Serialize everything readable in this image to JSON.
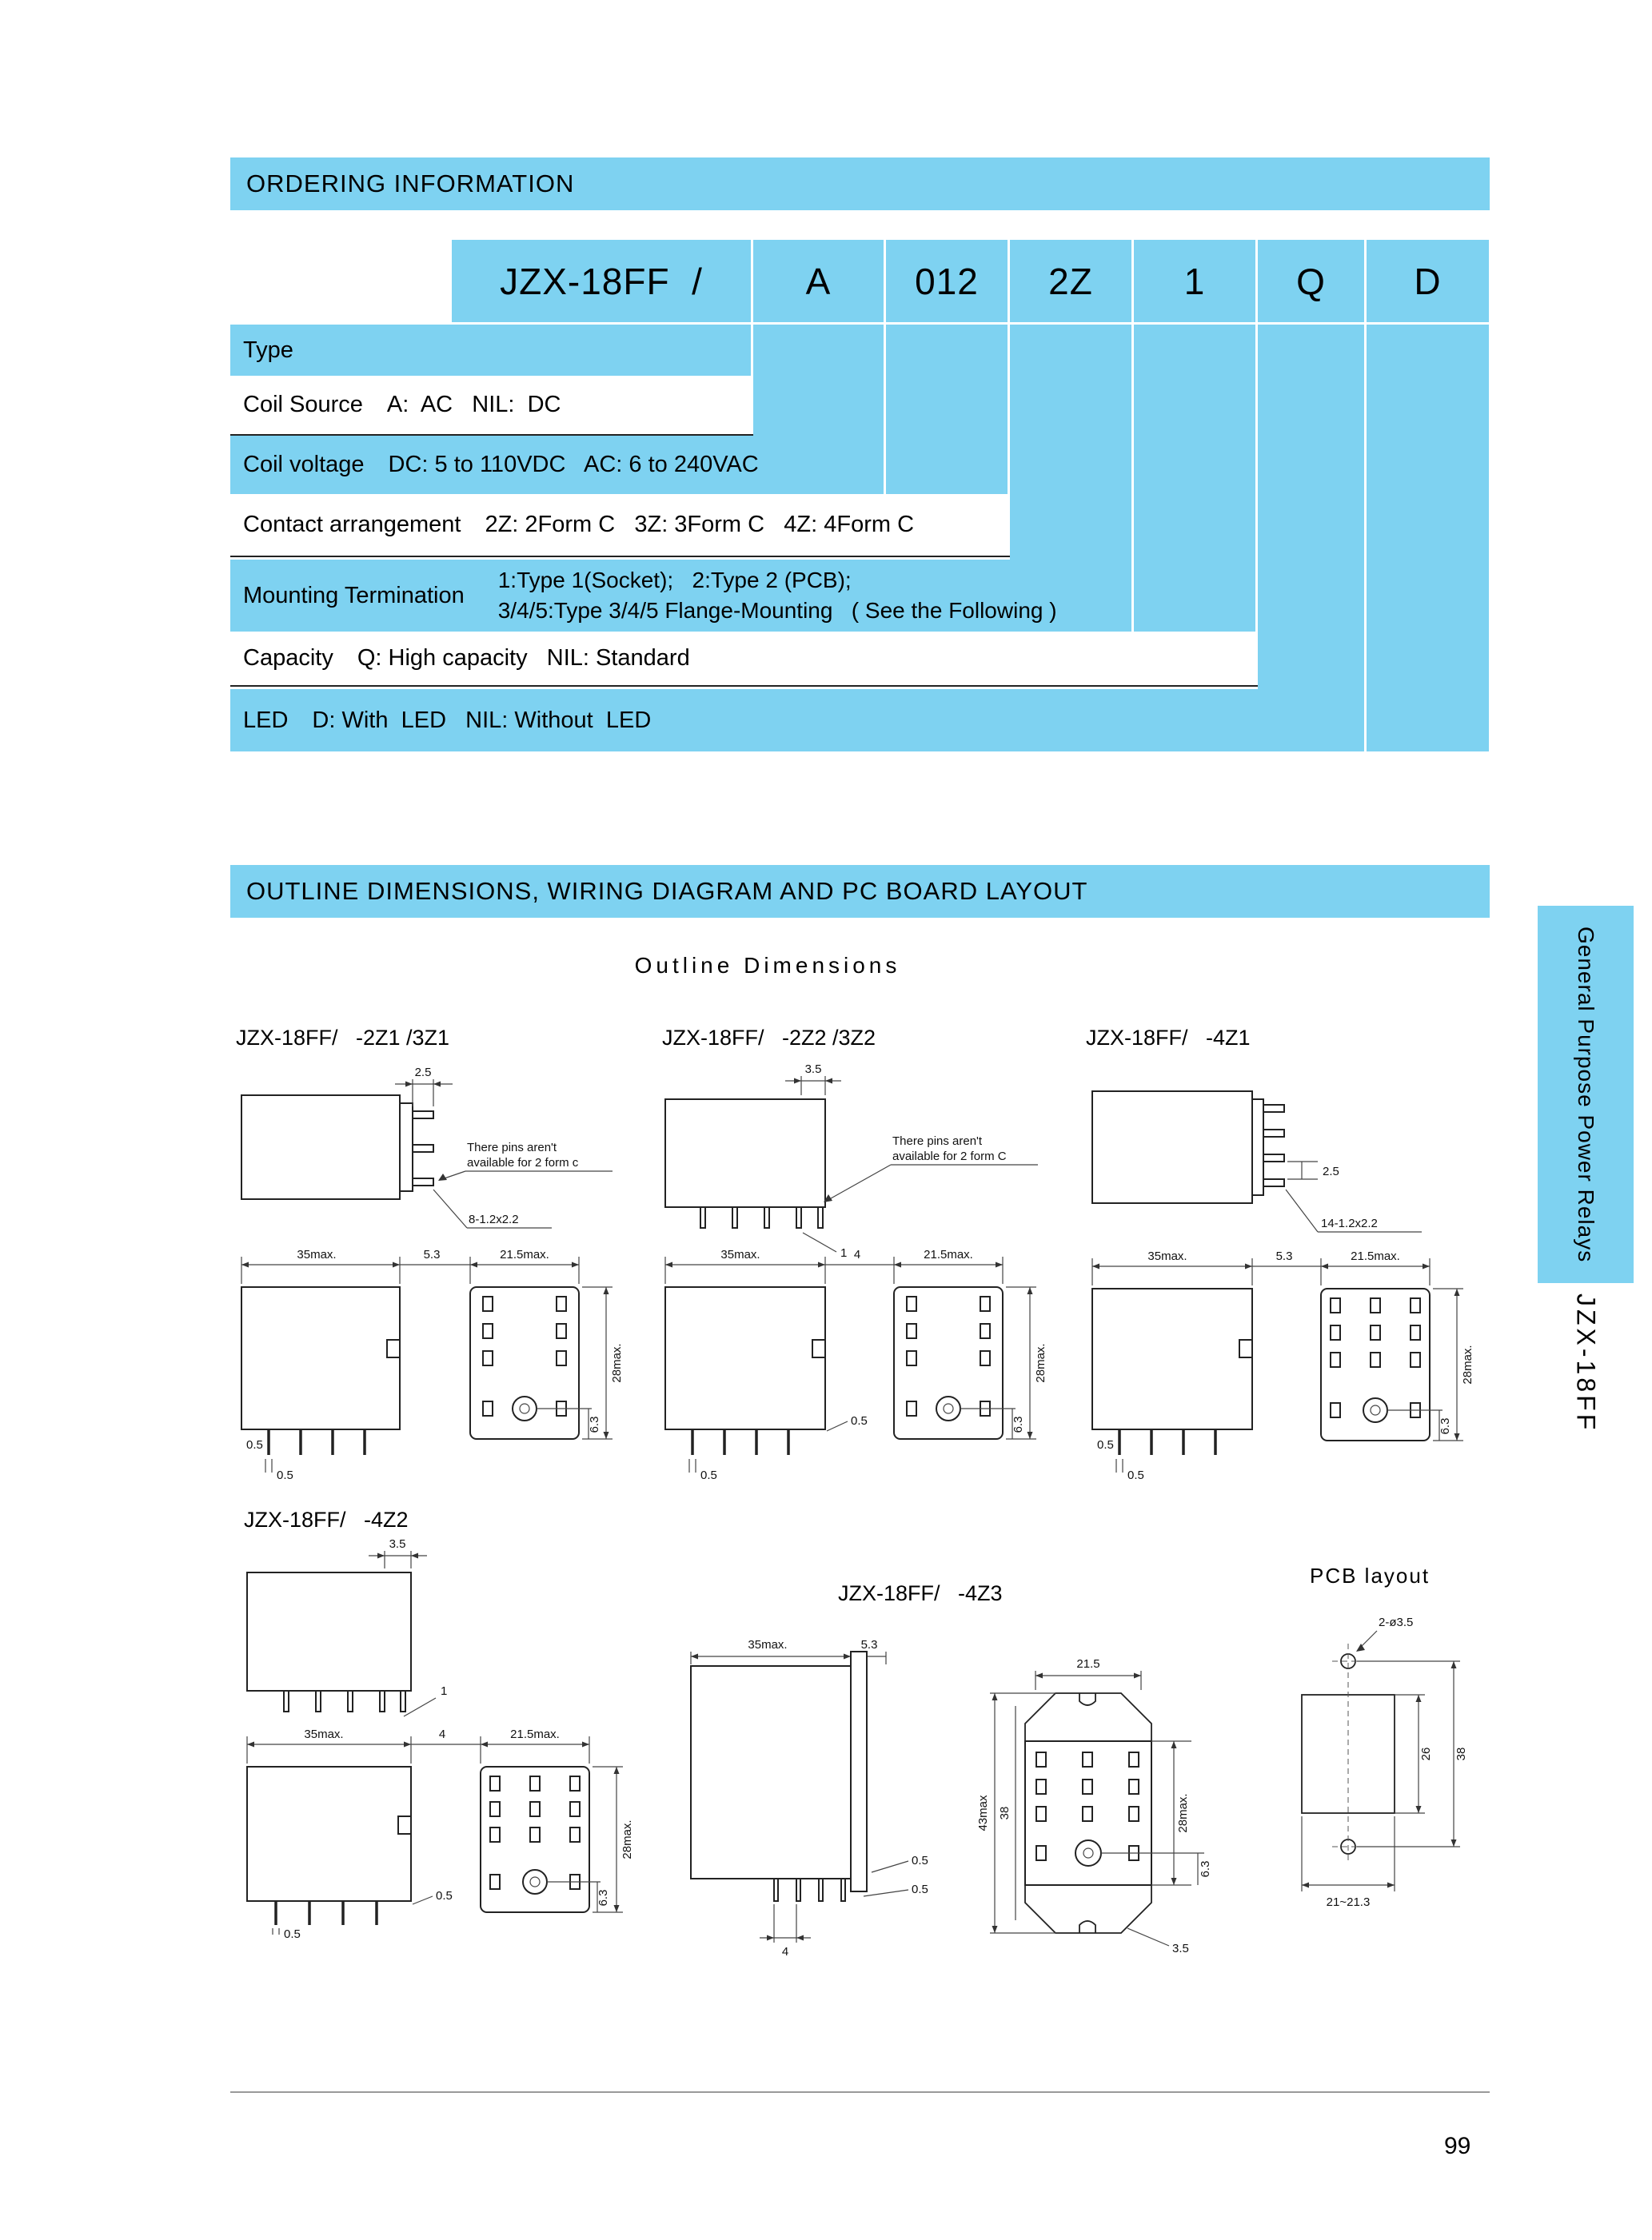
{
  "colors": {
    "accent_cyan": "#7ed2f1"
  },
  "page": {
    "number": "99"
  },
  "sidebar": {
    "category": "General Purpose Power Relays",
    "model": "JZX-18FF"
  },
  "ordering": {
    "title": "ORDERING INFORMATION",
    "code": {
      "base": "JZX-18FF  /",
      "parts": [
        "A",
        "012",
        "2Z",
        "1",
        "Q",
        "D"
      ]
    },
    "rows": {
      "type": {
        "label": "Type"
      },
      "coil_source": {
        "label": "Coil Source",
        "value": "A:  AC   NIL:  DC"
      },
      "coil_voltage": {
        "label": "Coil voltage",
        "value": "DC: 5 to 110VDC   AC: 6 to 240VAC"
      },
      "contact": {
        "label": "Contact arrangement",
        "value": "2Z: 2Form C   3Z: 3Form C   4Z: 4Form C"
      },
      "mounting": {
        "label": "Mounting Termination",
        "value1": "1:Type 1(Socket);   2:Type 2 (PCB);",
        "value2": "3/4/5:Type 3/4/5 Flange-Mounting   ( See the Following )"
      },
      "capacity": {
        "label": "Capacity",
        "value": "Q: High capacity   NIL: Standard"
      },
      "led": {
        "label": "LED",
        "value": "D: With  LED   NIL: Without  LED"
      }
    }
  },
  "outline": {
    "title": "OUTLINE DIMENSIONS, WIRING DIAGRAM AND PC BOARD LAYOUT",
    "subtitle": "Outline Dimensions",
    "g1": {
      "label": "JZX-18FF/   -2Z1 /3Z1",
      "dim_pin_offset": "2.5",
      "note1": "There pins aren't",
      "note2": "available for 2 form c",
      "pin_spec": "8-1.2x2.2",
      "dim_width": "35max.",
      "dim_gap": "5.3",
      "dim_pitch_w": "21.5max.",
      "dim_pitch_h": "28max.",
      "dim_offset": "0.5",
      "dim_offset2": "0.5",
      "dim_63": "6.3"
    },
    "g2": {
      "label": "JZX-18FF/   -2Z2 /3Z2",
      "dim_pin_offset": "3.5",
      "dim_pin_w": "1",
      "note1": "There pins aren't",
      "note2": "available for 2 form C",
      "dim_width": "35max.",
      "dim_gap": "4",
      "dim_pitch_w": "21.5max.",
      "dim_pitch_h": "28max.",
      "dim_offset": "0.5",
      "dim_offset2": "0.5",
      "dim_63": "6.3"
    },
    "g3": {
      "label": "JZX-18FF/   -4Z1",
      "dim_pin_offset": "2.5",
      "pin_spec": "14-1.2x2.2",
      "dim_width": "35max.",
      "dim_gap": "5.3",
      "dim_pitch_w": "21.5max.",
      "dim_pitch_h": "28max.",
      "dim_offset": "0.5",
      "dim_offset2": "0.5",
      "dim_63": "6.3"
    },
    "g4": {
      "label": "JZX-18FF/   -4Z2",
      "dim_pin_offset": "3.5",
      "dim_pin_w": "1",
      "dim_width": "35max.",
      "dim_gap": "4",
      "dim_pitch_w": "21.5max.",
      "dim_pitch_h": "28max.",
      "dim_offset": "0.5",
      "dim_offset2": "0.5",
      "dim_63": "6.3"
    },
    "g5": {
      "label": "JZX-18FF/   -4Z3",
      "dim_width": "35max.",
      "dim_gap": "5.3",
      "dim_offset": "0.5",
      "dim_offset2": "0.5",
      "dim_pitch": "4",
      "dim_top": "21.5",
      "dim_h_outer": "43max",
      "dim_h_inner": "38",
      "dim_body_h": "28max.",
      "dim_63": "6.3",
      "dim_35": "3.5"
    },
    "pcb": {
      "title": "PCB layout",
      "holes": "2-ø3.5",
      "dim_w": "26",
      "dim_h": "38",
      "dim_bottom": "21~21.3"
    }
  }
}
